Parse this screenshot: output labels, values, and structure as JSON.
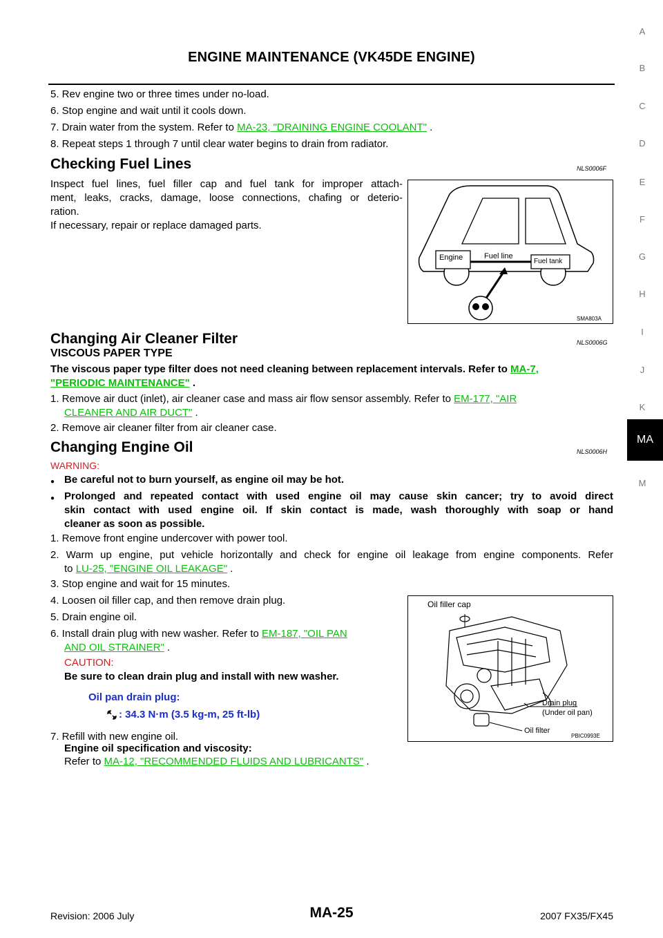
{
  "header": {
    "title": "ENGINE MAINTENANCE (VK45DE ENGINE)"
  },
  "side_tabs": [
    "A",
    "B",
    "C",
    "D",
    "E",
    "F",
    "G",
    "H",
    "I",
    "J",
    "K",
    "MA",
    "M"
  ],
  "coolant_steps": {
    "s5": "5. Rev engine two or three times under no-load.",
    "s6": "6. Stop engine and wait until it cools down.",
    "s7_pre": "7. Drain water from the system. Refer to ",
    "s7_link": "MA-23, \"DRAINING ENGINE COOLANT\"",
    "s7_post": " .",
    "s8": "8. Repeat steps 1 through 7 until clear water begins to drain from radiator."
  },
  "fuel_lines": {
    "title": "Checking Fuel Lines",
    "code": "NLS0006F",
    "line1": "Inspect fuel lines, fuel filler cap and fuel tank for improper attach-",
    "line2": "ment, leaks, cracks, damage, loose connections, chafing or deterio-",
    "line3": "ration.",
    "line4": "If necessary, repair or replace damaged parts.",
    "figure": {
      "id": "SMA803A",
      "engine": "Engine",
      "fuel_line": "Fuel line",
      "fuel_tank": "Fuel tank"
    }
  },
  "air_cleaner": {
    "title": "Changing Air Cleaner Filter",
    "code": "NLS0006G",
    "subtitle": "VISCOUS PAPER TYPE",
    "note_pre": "The viscous paper type filter does not need cleaning between replacement intervals. Refer to ",
    "note_link1": "MA-7,",
    "note_link2": "\"PERIODIC MAINTENANCE\"",
    "note_post": " .",
    "s1_pre": "1. Remove air duct (inlet), air cleaner case and mass air flow sensor assembly. Refer to ",
    "s1_link1": "EM-177, \"AIR",
    "s1_link2": "CLEANER AND AIR DUCT\"",
    "s1_post": " .",
    "s2": "2. Remove air cleaner filter from air cleaner case."
  },
  "engine_oil": {
    "title": "Changing Engine Oil",
    "code": "NLS0006H",
    "warning": "WARNING:",
    "w1": "Be careful not to burn yourself, as engine oil may be hot.",
    "w2a": "Prolonged and repeated contact with used engine oil may cause skin cancer; try to avoid direct",
    "w2b": "skin contact with used engine oil. If skin contact is made, wash thoroughly with soap or hand",
    "w2c": "cleaner as soon as possible.",
    "s1": "1. Remove front engine undercover with power tool.",
    "s2a": "2. Warm up engine, put vehicle horizontally and check for engine oil leakage from engine components. Refer",
    "s2b_pre": "to ",
    "s2b_link": "LU-25, \"ENGINE OIL LEAKAGE\"",
    "s2b_post": " .",
    "s3": "3. Stop engine and wait for 15 minutes.",
    "s4": "4. Loosen oil filler cap, and then remove drain plug.",
    "s5": "5. Drain engine oil.",
    "s6_pre": "6. Install drain plug with new washer. Refer to ",
    "s6_link1": "EM-187, \"OIL PAN",
    "s6_link2": "AND OIL STRAINER\"",
    "s6_post": " .",
    "caution": "CAUTION:",
    "caution_text": "Be sure to clean drain plug and install with new washer.",
    "torque_label": "Oil pan drain plug:",
    "torque_value": ": 34.3 N·m (3.5 kg-m, 25 ft-lb)",
    "s7": "7. Refill with new engine oil.",
    "s7_spec": "Engine oil specification and viscosity:",
    "s7_ref_pre": "Refer to ",
    "s7_ref_link": "MA-12, \"RECOMMENDED FLUIDS AND LUBRICANTS\"",
    "s7_ref_post": " .",
    "figure": {
      "id": "PBIC0993E",
      "oil_filler_cap": "Oil filler cap",
      "drain_plug": "Drain plug",
      "under_oil_pan": "(Under oil pan)",
      "oil_filter": "Oil filter"
    }
  },
  "footer": {
    "revision": "Revision: 2006 July",
    "page": "MA-25",
    "model": "2007 FX35/FX45"
  }
}
